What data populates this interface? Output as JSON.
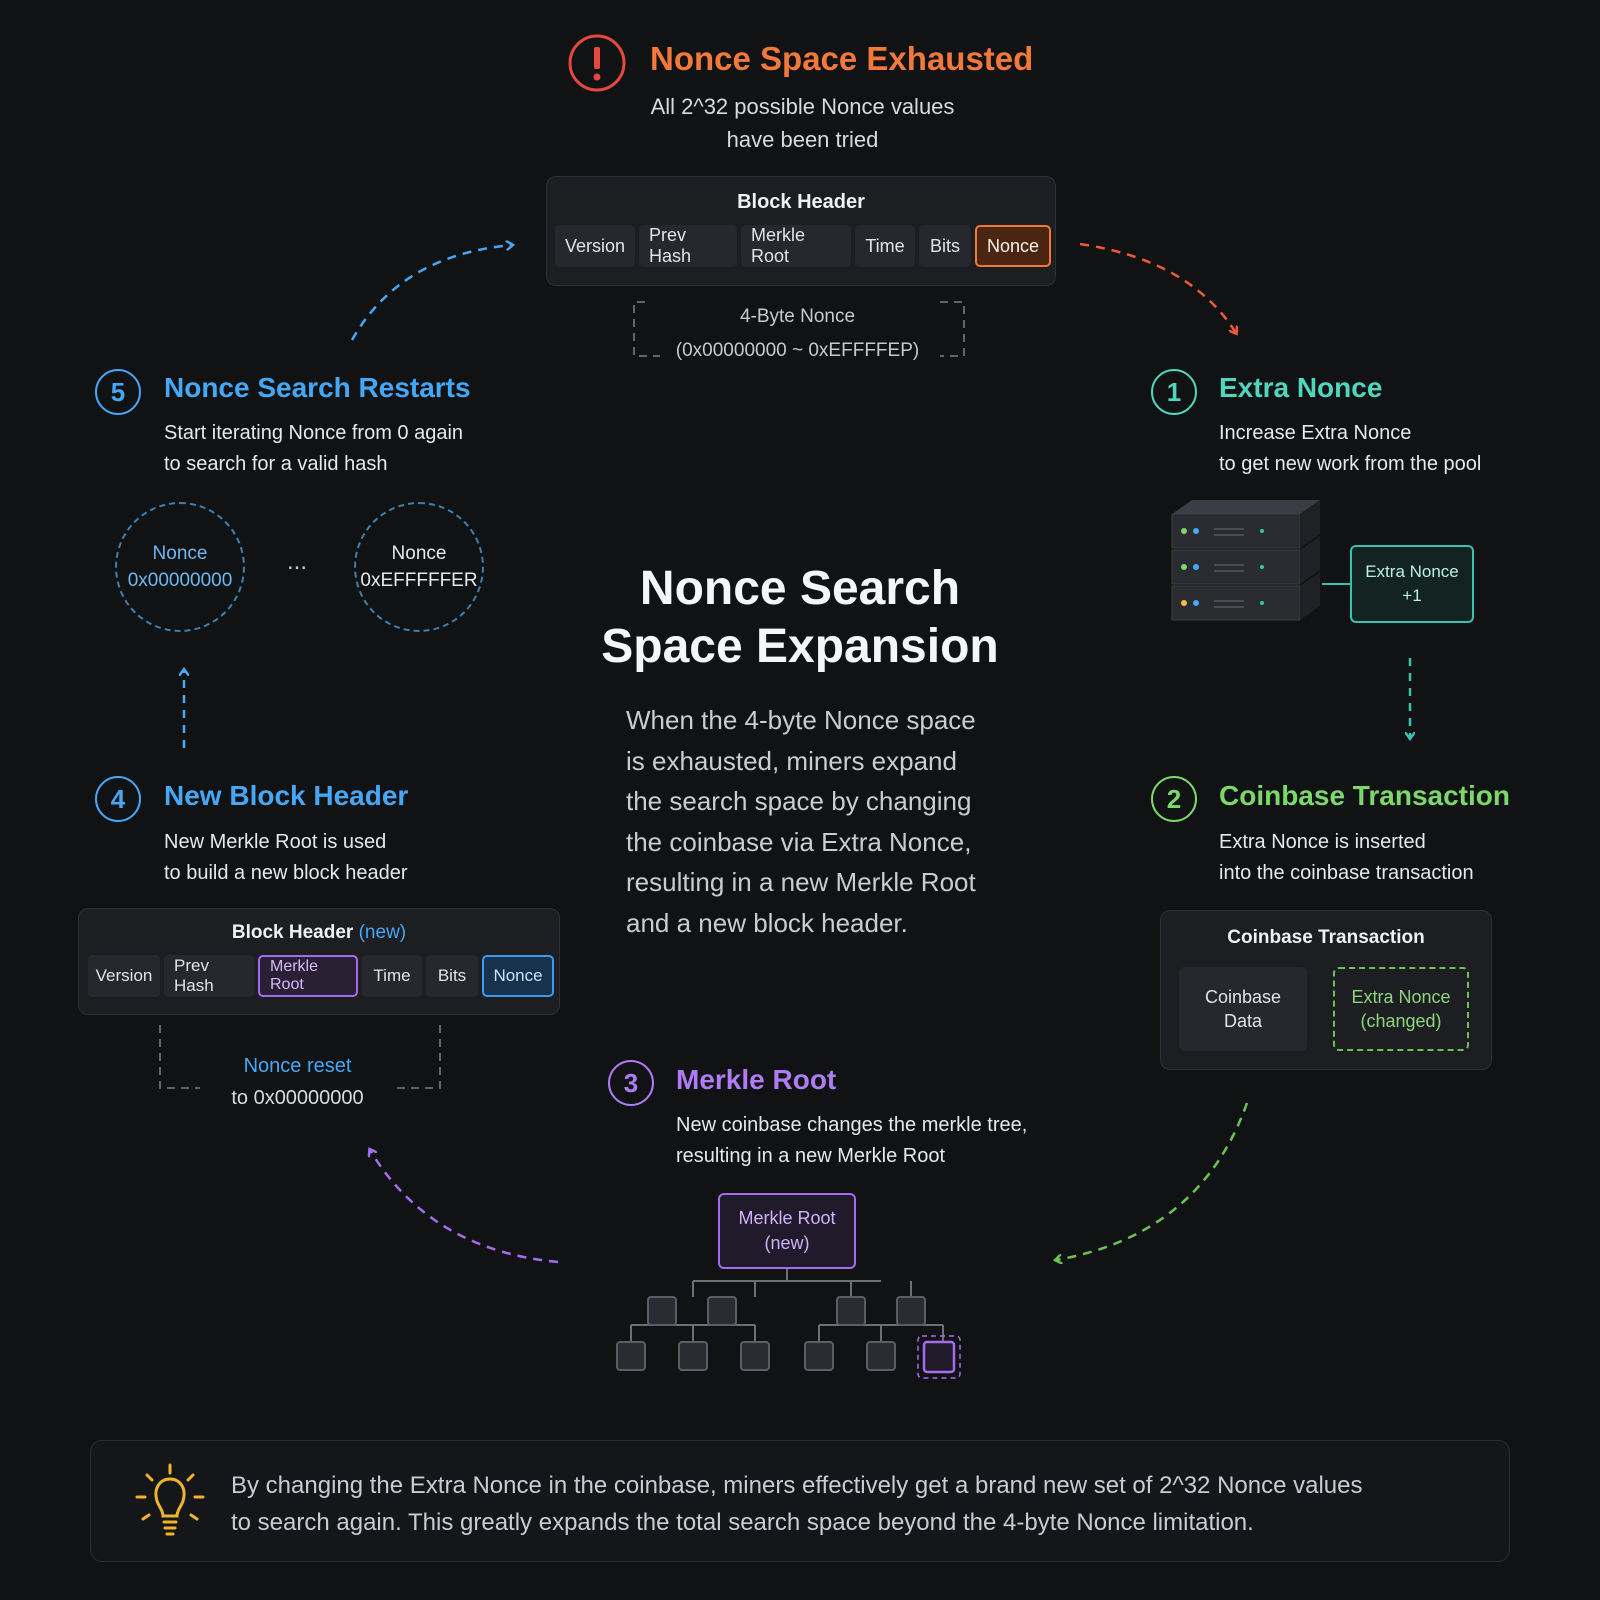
{
  "colors": {
    "background": "#111214",
    "orange": "#f07a36",
    "red_alert": "#e5483e",
    "teal": "#4fd6bd",
    "green": "#7bd86a",
    "purple": "#b07cf5",
    "blue": "#45a7f5"
  },
  "top": {
    "icon": "exclamation-icon",
    "title": "Nonce Space Exhausted",
    "desc_line1": "All 2^32 possible Nonce values",
    "desc_line2": "have been tried",
    "header": {
      "title": "Block Header",
      "fields": [
        "Version",
        "Prev Hash",
        "Merkle Root",
        "Time",
        "Bits",
        "Nonce"
      ]
    },
    "nonce_range_line1": "4-Byte Nonce",
    "nonce_range_line2": "(0x00000000 ~ 0xEFFFFEP)"
  },
  "center": {
    "title_line1": "Nonce Search",
    "title_line2": "Space Expansion",
    "desc_lines": [
      "When the 4-byte Nonce space",
      "is exhausted, miners expand",
      "the search space by changing",
      "the coinbase via Extra Nonce,",
      "resulting in a new Merkle Root",
      "and a new block header."
    ]
  },
  "steps": {
    "s1": {
      "number": "1",
      "title": "Extra Nonce",
      "desc_line1": "Increase Extra Nonce",
      "desc_line2": "to get new work from the pool",
      "server_icon": "server-rack-icon",
      "box_line1": "Extra Nonce",
      "box_line2": "+1"
    },
    "s2": {
      "number": "2",
      "title": "Coinbase Transaction",
      "desc_line1": "Extra Nonce is inserted",
      "desc_line2": "into the coinbase transaction",
      "box_title": "Coinbase Transaction",
      "data_line1": "Coinbase",
      "data_line2": "Data",
      "extra_line1": "Extra Nonce",
      "extra_line2": "(changed)"
    },
    "s3": {
      "number": "3",
      "title": "Merkle Root",
      "desc_line1": "New coinbase changes the merkle tree,",
      "desc_line2": "resulting in a new Merkle Root",
      "box_line1": "Merkle Root",
      "box_line2": "(new)",
      "tree_icon": "merkle-tree-icon"
    },
    "s4": {
      "number": "4",
      "title": "New Block Header",
      "desc_line1": "New Merkle Root is used",
      "desc_line2": "to build a new block header",
      "header_title": "Block Header",
      "header_title_suffix": "(new)",
      "fields": [
        "Version",
        "Prev Hash",
        "Merkle Root",
        "Time",
        "Bits",
        "Nonce"
      ],
      "reset_line1": "Nonce reset",
      "reset_line2": "to 0x00000000"
    },
    "s5": {
      "number": "5",
      "title": "Nonce Search Restarts",
      "desc_line1": "Start iterating Nonce from 0 again",
      "desc_line2": "to search for a valid hash",
      "circle1_label": "Nonce",
      "circle1_value": "0x00000000",
      "ellipsis": "...",
      "circle2_label": "Nonce",
      "circle2_value": "0xEFFFFFER"
    }
  },
  "tip": {
    "icon": "lightbulb-icon",
    "line1": "By changing the Extra Nonce in the coinbase, miners effectively get a brand new set of 2^32 Nonce values",
    "line2": "to search again. This greatly expands the total search space beyond the 4-byte Nonce limitation."
  }
}
